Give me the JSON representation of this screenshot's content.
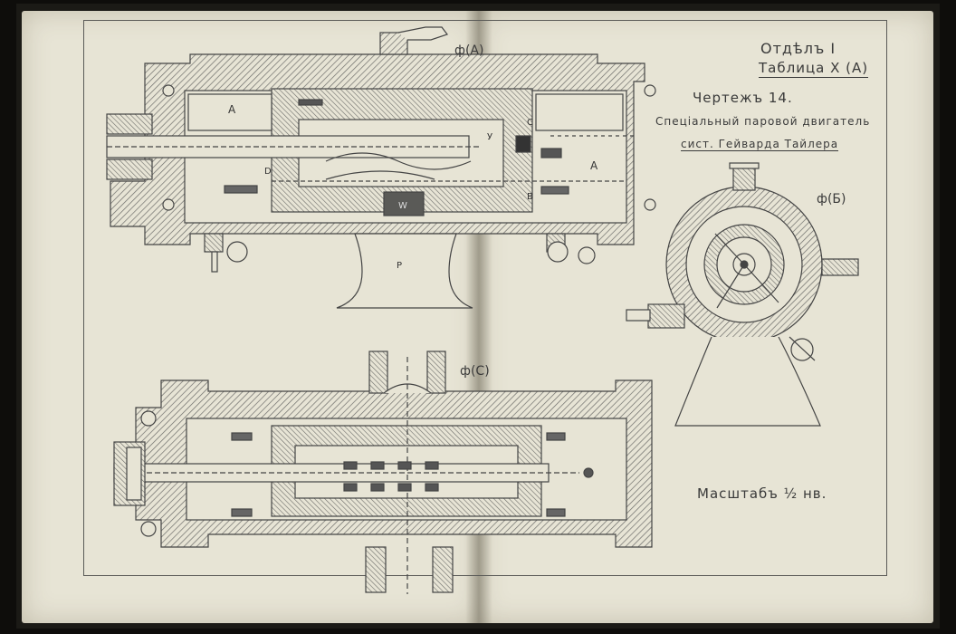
{
  "sheet": {
    "section_label": "Отдѣлъ I",
    "table_label": "Таблица X (А)",
    "drawing_number": "Чертежъ 14.",
    "engine_title": "Спеціальный паровой двигатель",
    "system_label": "сист. Гейварда Тайлера",
    "scale": "Масштабъ ½ нв."
  },
  "figures": {
    "fig_a": "ф(А)",
    "fig_b": "ф(Б)",
    "fig_c": "ф(С)"
  },
  "labels": {
    "a_left": "А",
    "a_right": "А",
    "p": "Р",
    "w": "W",
    "d": "D",
    "y": "У",
    "c": "С",
    "b": "В"
  },
  "colors": {
    "paper": "#e7e4d5",
    "ink": "#3a3a3a",
    "hatch": "#6d6d6a"
  }
}
